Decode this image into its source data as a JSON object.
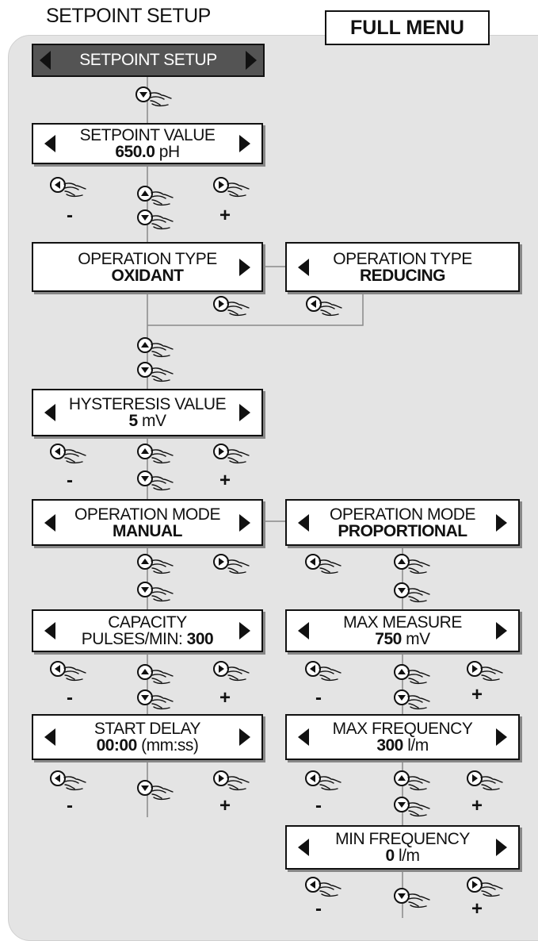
{
  "page_title": "SETPOINT SETUP",
  "full_menu_label": "FULL MENU",
  "header": {
    "label": "SETPOINT SETUP"
  },
  "setpoint": {
    "title": "SETPOINT VALUE",
    "value": "650.0",
    "unit": " pH"
  },
  "op_type_oxidant": {
    "title": "OPERATION TYPE",
    "value": "OXIDANT"
  },
  "op_type_reducing": {
    "title": "OPERATION TYPE",
    "value": "REDUCING"
  },
  "hysteresis": {
    "title": "HYSTERESIS VALUE",
    "value": "5",
    "unit": " mV"
  },
  "op_mode_manual": {
    "title": "OPERATION MODE",
    "value": "MANUAL"
  },
  "op_mode_prop": {
    "title": "OPERATION MODE",
    "value": "PROPORTIONAL"
  },
  "capacity": {
    "title": "CAPACITY",
    "prefix": "PULSES/MIN: ",
    "value": "300"
  },
  "max_measure": {
    "title": "MAX MEASURE",
    "value": "750",
    "unit": " mV"
  },
  "start_delay": {
    "title": "START DELAY",
    "value": "00:00",
    "unit": " (mm:ss)"
  },
  "max_frequency": {
    "title": "MAX FREQUENCY",
    "value": "300",
    "unit": " l/m"
  },
  "min_frequency": {
    "title": "MIN FREQUENCY",
    "value": "0",
    "unit": " l/m"
  },
  "symbols": {
    "minus": "-",
    "plus": "+"
  }
}
